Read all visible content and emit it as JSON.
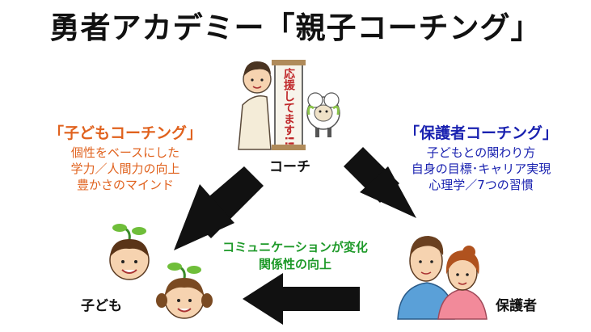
{
  "title": "勇者アカデミー「親子コーチング」",
  "coach": {
    "label": "コーチ",
    "banner_text": "応援してます!!"
  },
  "child_coaching": {
    "heading": "「子どもコーチング」",
    "lines": [
      "個性をベースにした",
      "学力／人間力の向上",
      "豊かさのマインド"
    ]
  },
  "parent_coaching": {
    "heading": "「保護者コーチング」",
    "lines": [
      "子どもとの関わり方",
      "自身の目標･キャリア実現",
      "心理学／7つの習慣"
    ]
  },
  "relationship": {
    "lines": [
      "コミュニケーションが変化",
      "関係性の向上"
    ]
  },
  "child": {
    "label": "子ども"
  },
  "parent": {
    "label": "保護者"
  },
  "colors": {
    "child_text": "#e0621e",
    "parent_text": "#1a22b0",
    "relationship_text": "#1f9a2a",
    "arrow": "#111111"
  }
}
